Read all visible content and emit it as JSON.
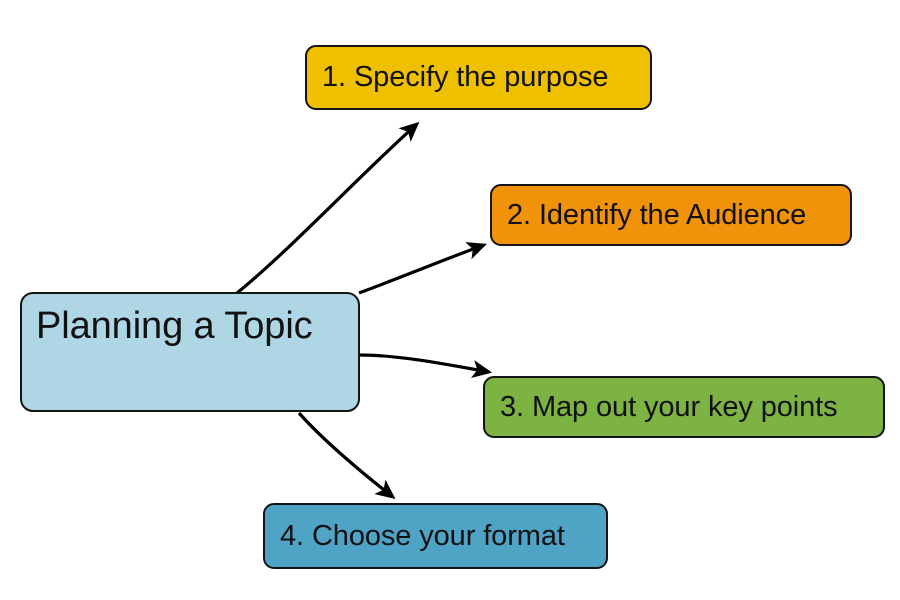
{
  "diagram": {
    "title": "Planning a Topic",
    "type": "mind-map",
    "background_color": "#ffffff",
    "edge_color": "#000000",
    "border_color": "#141414",
    "text_color": "#111111",
    "root": {
      "label": "Planning a Topic",
      "fill": "#AED6E5"
    },
    "steps": [
      {
        "id": "step-1",
        "label": "1. Specify the purpose",
        "fill": "#EFC000"
      },
      {
        "id": "step-2",
        "label": "2. Identify the Audience",
        "fill": "#F0920A"
      },
      {
        "id": "step-3",
        "label": "3. Map out your key points",
        "fill": "#7CB342"
      },
      {
        "id": "step-4",
        "label": "4. Choose your format",
        "fill": "#4FA3C4"
      }
    ],
    "edges": [
      {
        "from": "Planning a Topic",
        "to": "1. Specify the purpose"
      },
      {
        "from": "Planning a Topic",
        "to": "2. Identify the Audience"
      },
      {
        "from": "Planning a Topic",
        "to": "3. Map out your key points"
      },
      {
        "from": "Planning a Topic",
        "to": "4. Choose your format"
      }
    ]
  }
}
